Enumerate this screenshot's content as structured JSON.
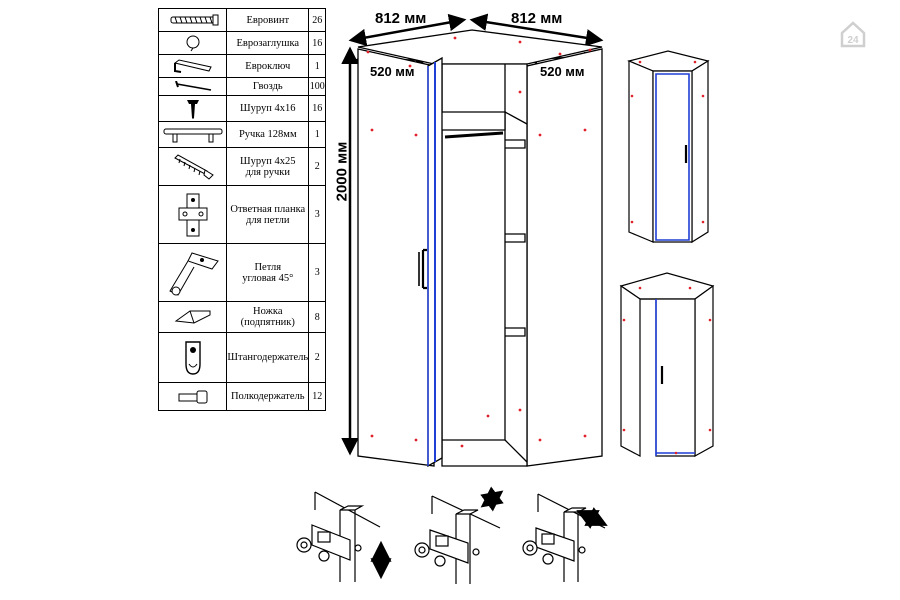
{
  "parts": [
    {
      "icon": "euro-screw-icon",
      "name": "Евровинт",
      "qty": "26"
    },
    {
      "icon": "euro-cap-icon",
      "name": "Еврозаглушка",
      "qty": "16"
    },
    {
      "icon": "hex-key-icon",
      "name": "Евроключ",
      "qty": "1"
    },
    {
      "icon": "nail-icon",
      "name": "Гвоздь",
      "qty": "100"
    },
    {
      "icon": "screw-4x16-icon",
      "name": "Шуруп 4x16",
      "qty": "16"
    },
    {
      "icon": "handle-icon",
      "name": "Ручка 128мм",
      "qty": "1"
    },
    {
      "icon": "screw-4x25-icon",
      "name": "Шуруп 4x25\nдля ручки",
      "qty": "2"
    },
    {
      "icon": "hinge-mounting-plate-icon",
      "name": "Ответная планка\nдля петли",
      "qty": "3"
    },
    {
      "icon": "corner-hinge-icon",
      "name": "Петля\nугловая 45°",
      "qty": "3"
    },
    {
      "icon": "foot-glide-icon",
      "name": "Ножка\n(подпятник)",
      "qty": "8"
    },
    {
      "icon": "rail-holder-icon",
      "name": "Штангодержатель",
      "qty": "2"
    },
    {
      "icon": "shelf-support-icon",
      "name": "Полкодержатель",
      "qty": "12"
    }
  ],
  "dimensions": {
    "width_left": "812 мм",
    "width_right": "812 мм",
    "depth_left": "520 мм",
    "depth_right": "520 мм",
    "height": "2000 мм"
  },
  "watermark": {
    "text": "24",
    "icon": "house-logo-icon"
  },
  "colors": {
    "line": "#000000",
    "door_edge": "#1f3fd6",
    "marker": "#e0202a",
    "watermark": "#cfcfcf"
  }
}
